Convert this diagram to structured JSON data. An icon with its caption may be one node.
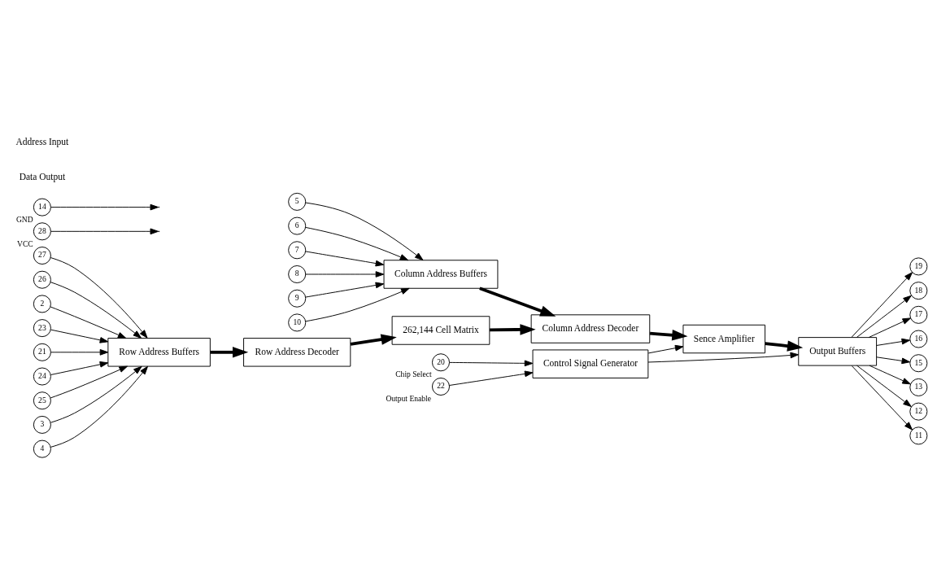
{
  "diagram": {
    "nodes": [
      {
        "text": [
          "19"
        ]
      },
      {
        "text": [
          "18"
        ]
      },
      {
        "text": [
          "17"
        ]
      },
      {
        "text": [
          "16"
        ]
      },
      {
        "text": [
          "15"
        ]
      },
      {
        "text": [
          "13"
        ]
      },
      {
        "text": [
          "12"
        ]
      },
      {
        "text": [
          "11"
        ]
      },
      {
        "text": [
          "Output Buffers"
        ]
      },
      {
        "text": [
          "20"
        ],
        "beside": [
          "Chip Select"
        ]
      },
      {
        "text": [
          "22"
        ],
        "beside": [
          "Output Enable"
        ]
      },
      {
        "text": [
          "Control Signal Generator"
        ]
      },
      {
        "text": [
          "28"
        ],
        "beside": [
          "VCC"
        ]
      },
      {
        "text": [
          "14"
        ],
        "beside": [
          "GND"
        ]
      },
      {
        "text": [
          "Sence Amplifier"
        ]
      },
      {
        "text": [
          "5"
        ]
      },
      {
        "text": [
          "6"
        ]
      },
      {
        "text": [
          "7"
        ]
      },
      {
        "text": [
          "8"
        ]
      },
      {
        "text": [
          "9"
        ]
      },
      {
        "text": [
          "10"
        ]
      },
      {
        "text": [
          "Column Address Buffers"
        ]
      },
      {
        "text": [
          "Column Address Decoder"
        ]
      },
      {
        "text": [
          "27"
        ]
      },
      {
        "text": [
          "26"
        ]
      },
      {
        "text": [
          "2"
        ]
      },
      {
        "text": [
          "23"
        ]
      },
      {
        "text": [
          "21"
        ]
      },
      {
        "text": [
          "24"
        ]
      },
      {
        "text": [
          "25"
        ]
      },
      {
        "text": [
          "3"
        ]
      },
      {
        "text": [
          "4"
        ]
      },
      {
        "text": [
          "Row Address Buffers"
        ]
      },
      {
        "text": [
          "Row Address Decoder"
        ]
      },
      {
        "text": [
          "262,144 Cell Matrix"
        ]
      }
    ],
    "edges": [
      {
        "from": 8,
        "to": 0,
        "arrow": "to"
      },
      {
        "from": 8,
        "to": 1,
        "arrow": "to"
      },
      {
        "from": 8,
        "to": 2,
        "arrow": "to"
      },
      {
        "from": 8,
        "to": 3,
        "arrow": "to"
      },
      {
        "from": 8,
        "to": 4,
        "arrow": "to"
      },
      {
        "from": 8,
        "to": 5,
        "arrow": "to"
      },
      {
        "from": 8,
        "to": 6,
        "arrow": "to"
      },
      {
        "from": 8,
        "to": 7,
        "arrow": "to"
      },
      {
        "from": 9,
        "to": 11,
        "arrow": "to"
      },
      {
        "from": 10,
        "to": 11,
        "arrow": "to"
      },
      {
        "from": 11,
        "to": 8,
        "arrow": "to"
      },
      {
        "from": 11,
        "to": 14,
        "arrow": "to"
      },
      {
        "from": 12,
        "to": null,
        "arrow": "to"
      },
      {
        "from": 13,
        "to": null,
        "arrow": "to"
      },
      {
        "from": 14,
        "to": 8,
        "arrow": "to",
        "style": "thick"
      },
      {
        "from": 15,
        "to": 21,
        "arrow": "to"
      },
      {
        "from": 16,
        "to": 21,
        "arrow": "to"
      },
      {
        "from": 17,
        "to": 21,
        "arrow": "to"
      },
      {
        "from": 18,
        "to": 21,
        "arrow": "to"
      },
      {
        "from": 19,
        "to": 21,
        "arrow": "to"
      },
      {
        "from": 20,
        "to": 21,
        "arrow": "to"
      },
      {
        "from": 21,
        "to": 22,
        "arrow": "to",
        "style": "thick"
      },
      {
        "from": 22,
        "to": 14,
        "arrow": "to",
        "style": "thick"
      },
      {
        "from": 23,
        "to": 32,
        "arrow": "to"
      },
      {
        "from": 24,
        "to": 32,
        "arrow": "to"
      },
      {
        "from": 25,
        "to": 32,
        "arrow": "to"
      },
      {
        "from": 26,
        "to": 32,
        "arrow": "to"
      },
      {
        "from": 27,
        "to": 32,
        "arrow": "to"
      },
      {
        "from": 28,
        "to": 32,
        "arrow": "to"
      },
      {
        "from": 29,
        "to": 32,
        "arrow": "to"
      },
      {
        "from": 30,
        "to": 32,
        "arrow": "to"
      },
      {
        "from": 31,
        "to": 32,
        "arrow": "to"
      },
      {
        "from": 32,
        "to": 33,
        "arrow": "to",
        "style": "thick"
      },
      {
        "from": 33,
        "to": 34,
        "arrow": "to",
        "style": "thick"
      },
      {
        "from": 34,
        "to": 22,
        "arrow": "to",
        "style": "thick"
      }
    ],
    "labels": [
      "Data Output",
      "Address Input"
    ]
  }
}
